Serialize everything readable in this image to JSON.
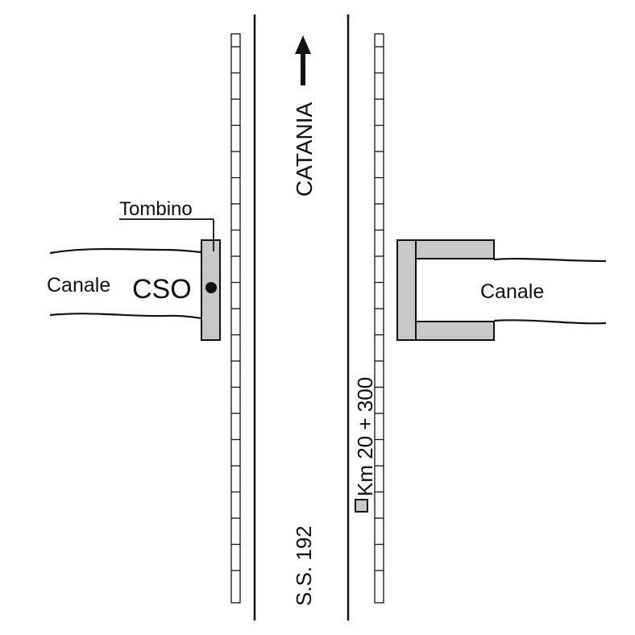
{
  "labels": {
    "direction": "CATANIA",
    "road": "S.S. 192",
    "km_marker": "Km 20 + 300",
    "tombino": "Tombino",
    "canale_left": "Canale",
    "cso": "CSO",
    "canale_right": "Canale"
  },
  "colors": {
    "ink": "#111111",
    "fill_gray": "#c8c8c8",
    "background": "#ffffff"
  },
  "icons": {
    "direction_arrow": "arrow-up-icon",
    "cso_point": "filled-circle-icon",
    "km_marker": "square-marker-icon"
  }
}
